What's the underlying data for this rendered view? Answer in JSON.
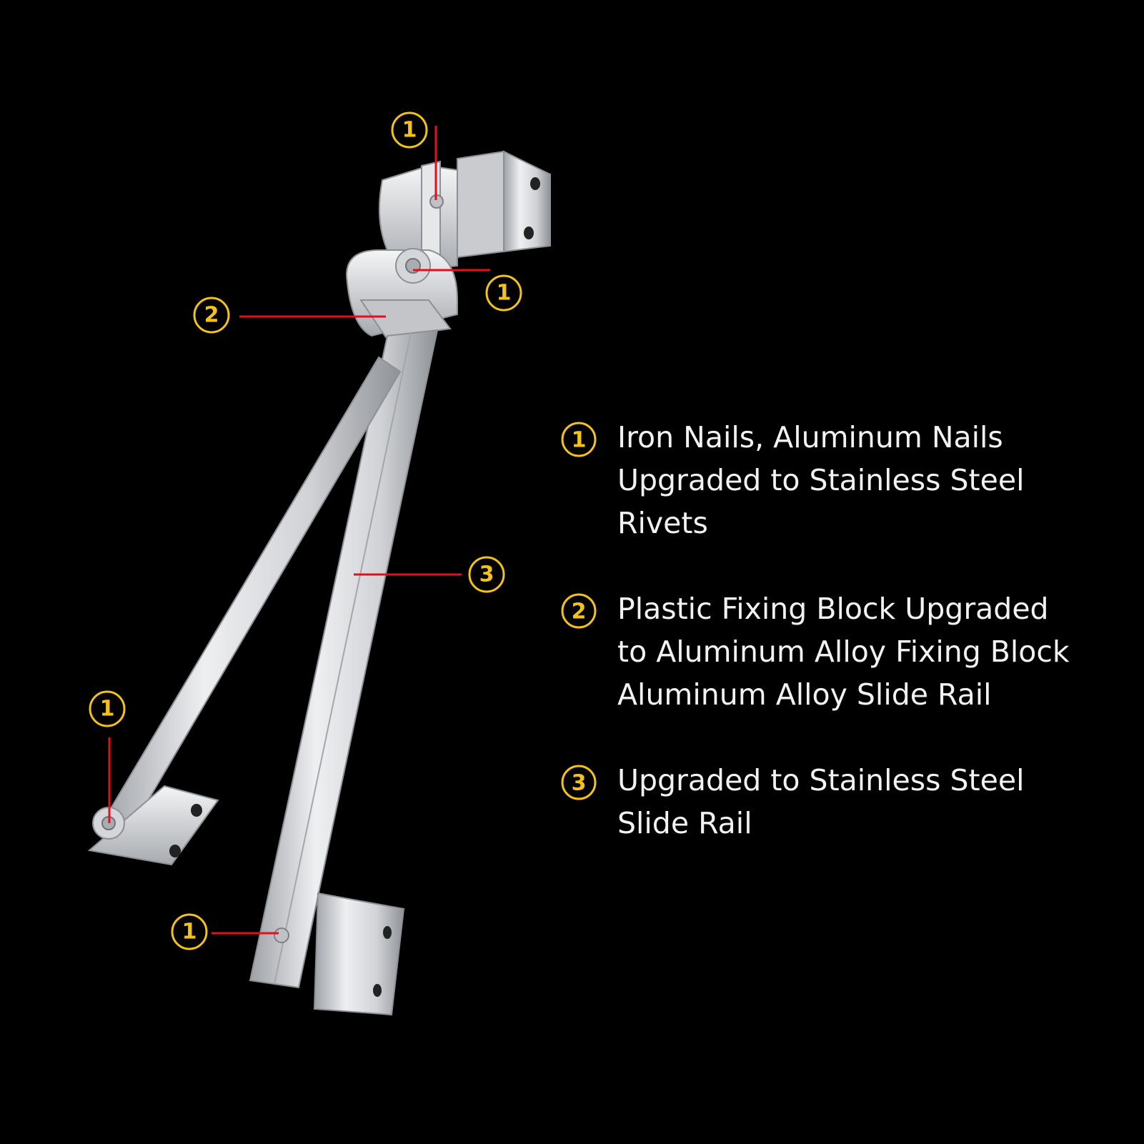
{
  "colors": {
    "background": "#000000",
    "marker": "#f3c21a",
    "leader_line": "#e0101e",
    "text": "#f2f2f2",
    "metal": "#d9dadc"
  },
  "markers": [
    {
      "id": "m-top",
      "label": "1"
    },
    {
      "id": "m-pivot",
      "label": "1"
    },
    {
      "id": "m-block",
      "label": "2"
    },
    {
      "id": "m-rail",
      "label": "3"
    },
    {
      "id": "m-left",
      "label": "1"
    },
    {
      "id": "m-bottom",
      "label": "1"
    }
  ],
  "legend": [
    {
      "number": "1",
      "lines": [
        "Iron Nails, Aluminum Nails",
        "Upgraded to Stainless Steel",
        "Rivets"
      ]
    },
    {
      "number": "2",
      "lines": [
        "Plastic Fixing Block Upgraded",
        "to Aluminum Alloy Fixing Block",
        "Aluminum Alloy Slide Rail"
      ]
    },
    {
      "number": "3",
      "lines": [
        "Upgraded to Stainless Steel",
        "Slide Rail"
      ]
    }
  ]
}
